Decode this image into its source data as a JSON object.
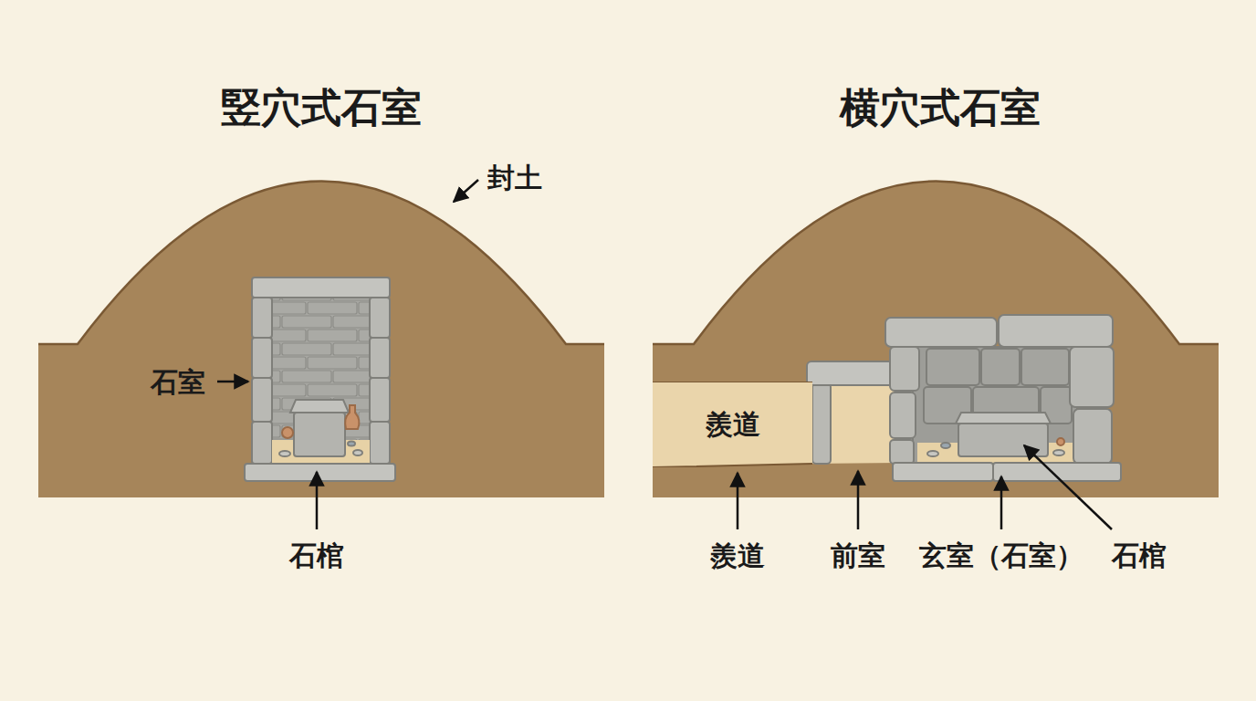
{
  "diagram": {
    "nodes": [
      {
        "text": [
          "羨道"
        ]
      }
    ],
    "labels": [
      "竪穴式石室",
      "横穴式石室",
      "封土",
      "石室",
      "石棺",
      "羨道",
      "前室",
      "玄室（石室）",
      "石棺"
    ]
  }
}
